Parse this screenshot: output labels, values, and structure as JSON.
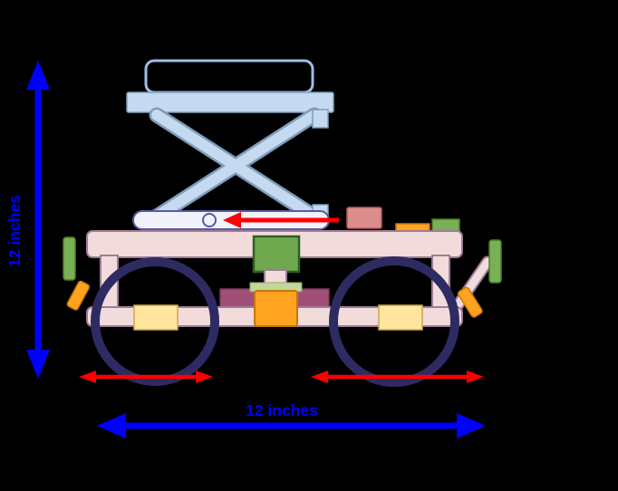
{
  "diagram": {
    "description": "side-view-dimensioned-drawing-of-scissor-lift-robot-cart",
    "labels": {
      "height_dimension": "12 inches",
      "width_dimension": "12 inches"
    },
    "colors": {
      "background": "#000000",
      "dimension_blue": "#0000FF",
      "arrow_red": "#FF0000",
      "scissor_light_blue": "#C5D9F1",
      "scissor_outline": "#7F9DB9",
      "chassis_pink": "#F2DCDB",
      "chassis_outline": "#9E7C99",
      "wheel_dark_purple": "#2E2B63",
      "motor_green": "#6FA84F",
      "accent_orange": "#FFA320",
      "salmon_pink": "#DD8C8C",
      "cream_yellow": "#FFE69C",
      "light_green_strip": "#C2D69B",
      "maroon_pink": "#A04F76",
      "bracket_green": "#77B055",
      "rail_white": "#F2F2FC"
    }
  }
}
